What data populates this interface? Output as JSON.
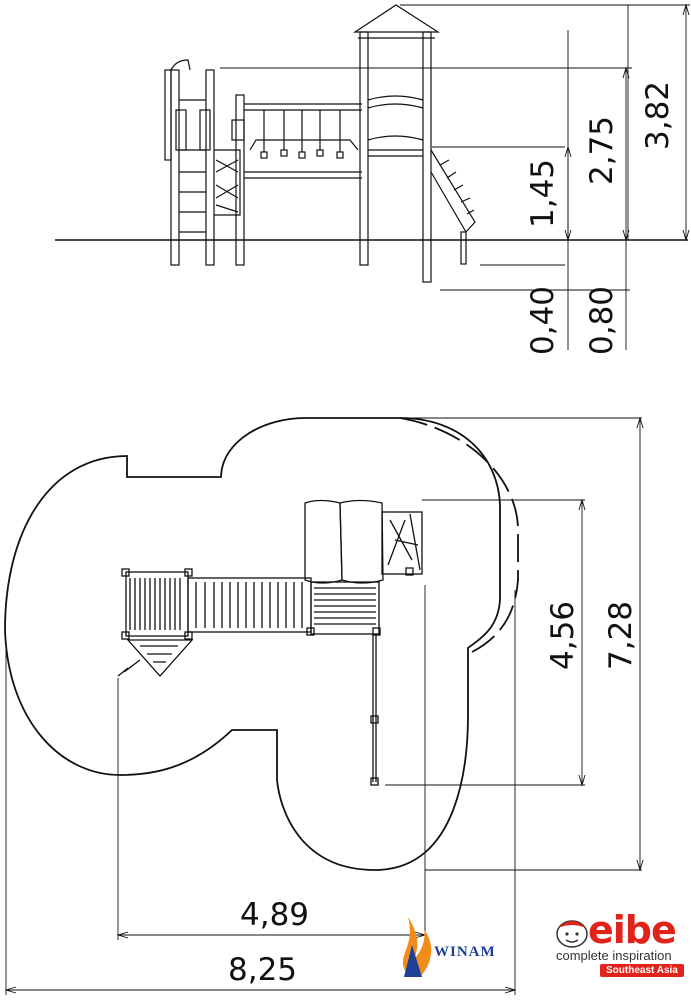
{
  "side_view": {
    "dimensions": {
      "height_total": "3,82",
      "height_platform_top": "2,75",
      "height_platform": "1,45",
      "depth_footing": "0,40",
      "depth_total": "0,80"
    }
  },
  "plan_view": {
    "dimensions": {
      "depth_structure": "4,56",
      "depth_total": "7,28",
      "width_structure": "4,89",
      "width_total": "8,25"
    }
  },
  "logos": {
    "winam": {
      "text": "WINAM",
      "color": "#1e3f96",
      "accent": "#f28c1c"
    },
    "eibe": {
      "word": "eibe",
      "tagline": "complete inspiration",
      "region": "Southeast Asia",
      "color": "#e2231a"
    }
  }
}
